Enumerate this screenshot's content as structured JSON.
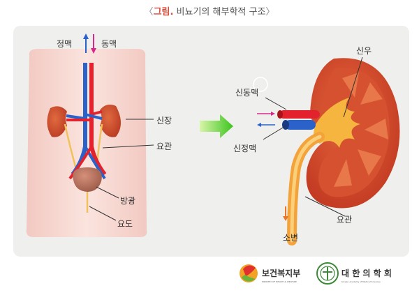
{
  "title": {
    "open": "〈",
    "prefix": "그림.",
    "text": " 비뇨기의 해부학적 구조",
    "close": "〉"
  },
  "labels": {
    "vein": "정맥",
    "artery": "동맥",
    "kidney": "신장",
    "ureter": "요관",
    "bladder": "방광",
    "urethra": "요도",
    "renal_artery": "신동맥",
    "renal_vein": "신정맥",
    "renal_pelvis": "신우",
    "ureter_right": "요관",
    "urine": "소변"
  },
  "footer": {
    "mohw_name": "보건복지부",
    "mohw_sub": "MINISTRY OF HEALTH & WELFARE",
    "kmas_name": "대 한 의 학 회",
    "kmas_sub": "Korean Academy of Medical Sciences"
  },
  "colors": {
    "artery": "#e2232d",
    "vein": "#2a62c9",
    "kidney": "#c9452a",
    "ureter": "#f3a23a",
    "arrow": "#5fcf2a"
  }
}
